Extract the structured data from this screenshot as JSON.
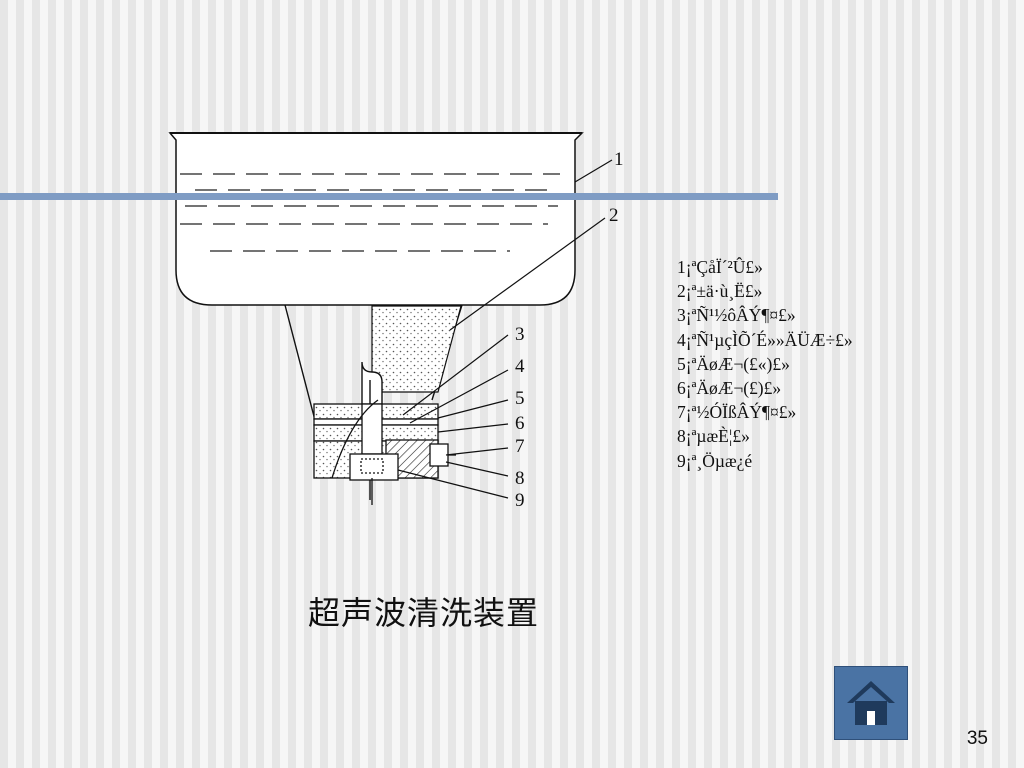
{
  "diagram": {
    "callouts": [
      "1",
      "2",
      "3",
      "4",
      "5",
      "6",
      "7",
      "8",
      "9"
    ],
    "legend": [
      "1¡ªÇåÏ´²Û£»",
      "2¡ª±ä·ù¸Ë£»",
      "3¡ªÑ¹½ôÂÝ¶¤£»",
      "4¡ªÑ¹µçÌÕ´É»»ÄÜÆ÷£»",
      "5¡ªÄøÆ¬(£«)£»",
      "6¡ªÄøÆ¬(£­)£»",
      "7¡ª½ÓÏßÂÝ¶¤£»",
      "8¡ªµæÈ¦£»",
      "9¡ª¸Öµæ¿é"
    ],
    "caption": "超声波清洗装置"
  },
  "page_number": "35",
  "colors": {
    "accent_bar": "#7f9cc4",
    "home_button": "#4a73a4",
    "sand": "#cfcfcf"
  },
  "icons": {
    "home": "home-icon"
  }
}
